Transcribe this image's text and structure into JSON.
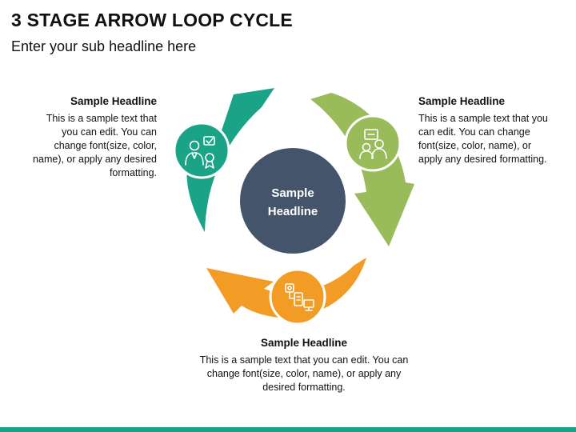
{
  "page": {
    "title": "3 STAGE ARROW LOOP CYCLE",
    "subtitle": "Enter your sub headline here"
  },
  "center": {
    "line1": "Sample",
    "line2": "Headline",
    "color": "#44546a"
  },
  "stages": [
    {
      "headline": "Sample Headline",
      "text": "This is a sample text that you can edit. You can change font(size, color, name), or apply any desired formatting.",
      "color": "#1aa386",
      "icon": "businessperson-award-icon"
    },
    {
      "headline": "Sample Headline",
      "text": "This is a sample text that you can edit. You can change font(size, color, name), or apply any desired formatting.",
      "color": "#99bb5a",
      "icon": "family-group-icon"
    },
    {
      "headline": "Sample Headline",
      "text": "This is a sample text that you can edit. You can change font(size, color, name), or apply any desired formatting.",
      "color": "#f29b25",
      "icon": "network-devices-icon"
    }
  ],
  "footer_color": "#1aa386"
}
